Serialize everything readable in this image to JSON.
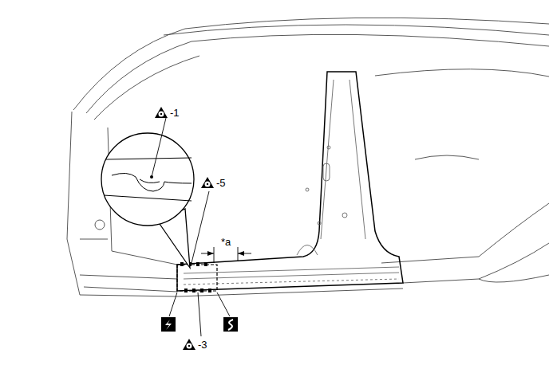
{
  "diagram": {
    "labels": [
      "-1",
      "-5",
      "-3",
      "*a"
    ]
  }
}
